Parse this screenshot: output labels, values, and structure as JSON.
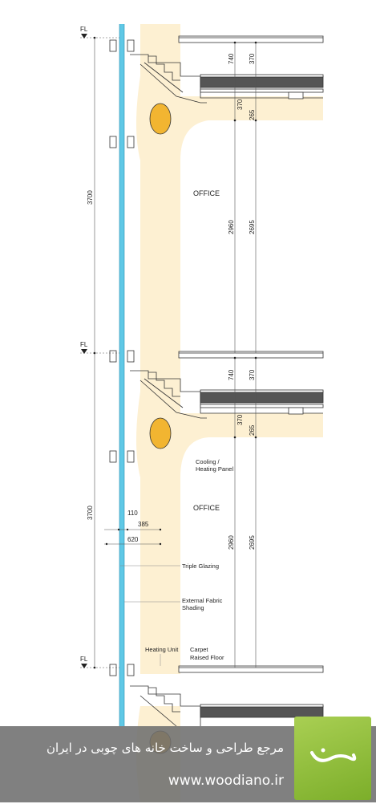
{
  "levels": [
    {
      "fl_label": "FL",
      "dims_top": [
        "740",
        "370"
      ],
      "dims_mid": [
        "370",
        "265"
      ],
      "height": "3700",
      "room": "OFFICE",
      "clear_heights": [
        "2960",
        "2695"
      ]
    },
    {
      "fl_label": "FL",
      "dims_top": [
        "740",
        "370"
      ],
      "dims_mid": [
        "370",
        "265"
      ],
      "height": "3700",
      "room": "OFFICE",
      "clear_heights": [
        "2960",
        "2695"
      ]
    },
    {
      "fl_label": "FL"
    }
  ],
  "facade_dims": [
    "110",
    "385",
    "620"
  ],
  "labels": {
    "cooling_line1": "Cooling /",
    "cooling_line2": "Heating Panel",
    "triple_glazing": "Triple Glazing",
    "shading_line1": "External Fabric",
    "shading_line2": "Shading",
    "heating_unit": "Heating Unit",
    "floor_line1": "Carpet",
    "floor_line2": "Raised Floor"
  },
  "banner": {
    "title": "مرجع طراحی و ساخت خانه های چوبی در ایران",
    "url": "www.woodiano.ir"
  },
  "colors": {
    "glass": "#5fc8e6",
    "airflow": "#fdf0d2",
    "heating_unit": "#f2b531",
    "logo_green": "#93c23f"
  }
}
